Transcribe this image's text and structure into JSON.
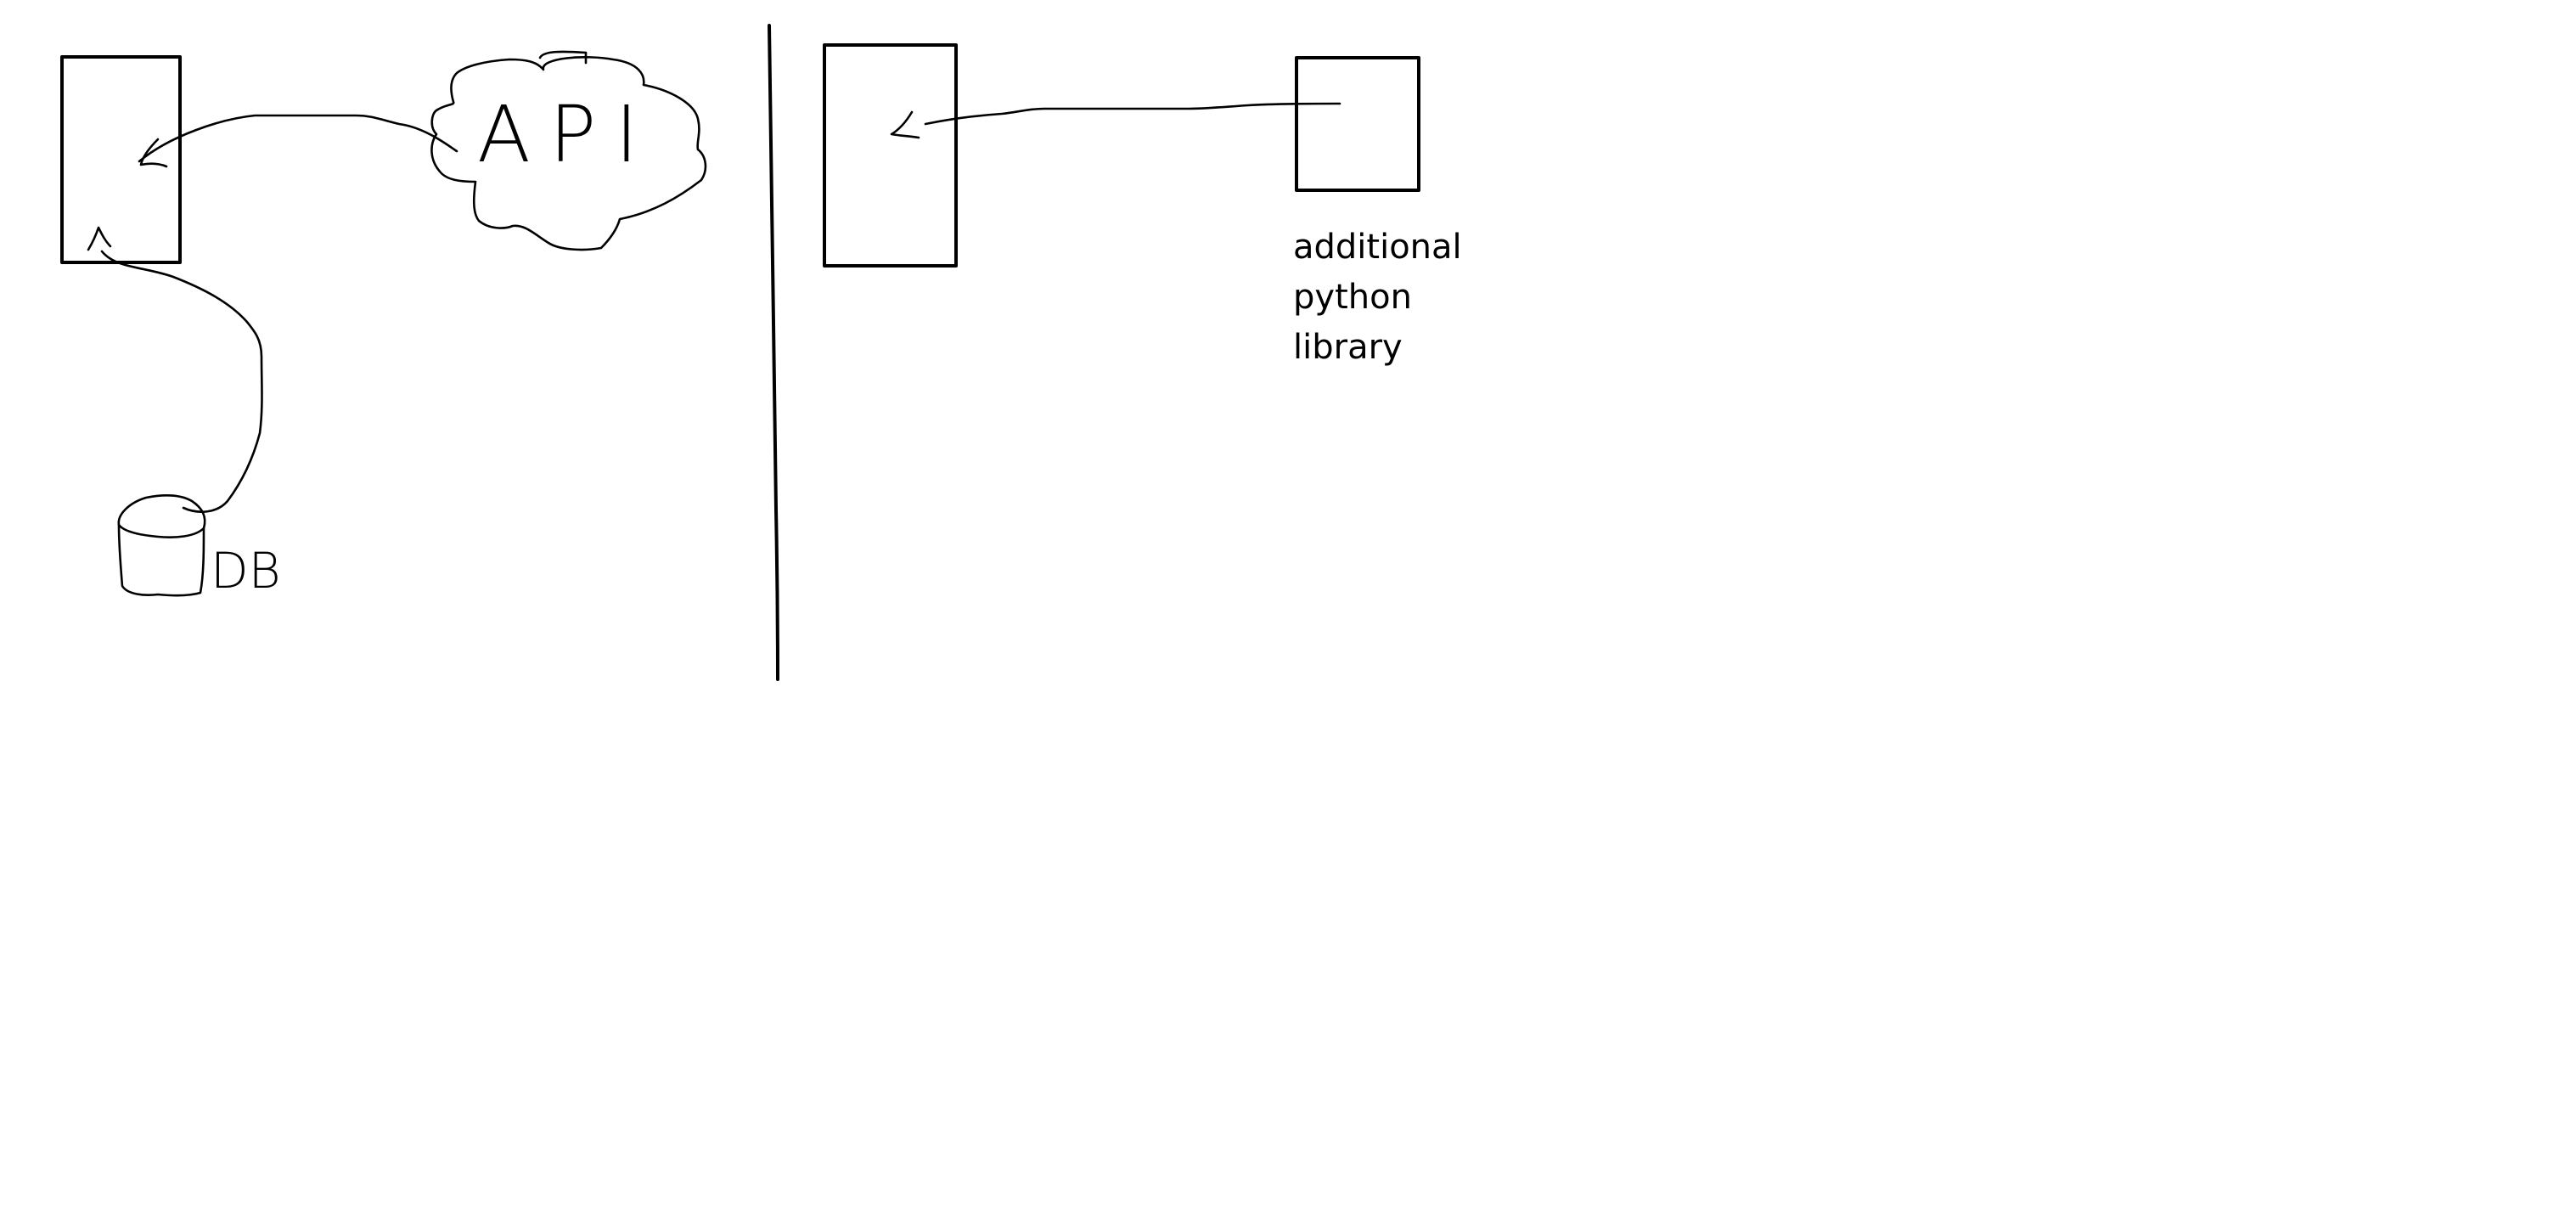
{
  "diagram": {
    "left_panel": {
      "api_label": "API",
      "db_label": "DB"
    },
    "right_panel": {
      "library_label_lines": [
        "additional",
        "python",
        "library"
      ]
    },
    "ink_color": "#000000",
    "background_color": "#ffffff"
  }
}
